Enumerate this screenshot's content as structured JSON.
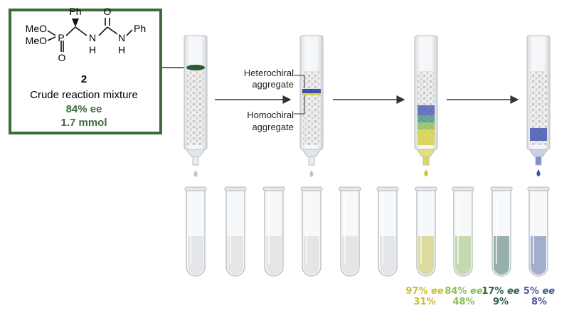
{
  "compound": {
    "substituents": {
      "ome_top": "MeO",
      "ome_bottom": "MeO",
      "p": "P",
      "o": "O",
      "ph_top": "Ph",
      "n_left": "N",
      "h_left": "H",
      "o_carbonyl": "O",
      "n_right": "N",
      "h_right": "H",
      "ph_right": "Ph"
    },
    "number": "2",
    "caption": "Crude reaction mixture",
    "ee_value": "84% ee",
    "amount": "1.7 mmol"
  },
  "column_labels": {
    "heterochiral": [
      "Heterochiral",
      "aggregate"
    ],
    "homochiral": [
      "Homochiral",
      "aggregate"
    ]
  },
  "fractions": [
    {
      "ee_number": "97%",
      "ee_unit": "ee",
      "yield": "31%",
      "color": "#c4bf36"
    },
    {
      "ee_number": "84%",
      "ee_unit": "ee",
      "yield": "48%",
      "color": "#8fbd5a"
    },
    {
      "ee_number": "17%",
      "ee_unit": "ee",
      "yield": "9%",
      "color": "#2d5f4c"
    },
    {
      "ee_number": "5%",
      "ee_unit": "ee",
      "yield": "8%",
      "color": "#4a5a98"
    }
  ],
  "colors": {
    "box_border": "#3e6b3a",
    "green_text": "#3e6b3a",
    "band_dark_green": "#2f5c2e",
    "band_blue": "#3f4fb0",
    "band_yellow": "#d8d448",
    "drop_grey": "#c4c4c4",
    "drop_yellow": "#c9c22e",
    "drop_blue": "#3b56a6",
    "tube_empty_liquid": "#d6d6d6"
  }
}
